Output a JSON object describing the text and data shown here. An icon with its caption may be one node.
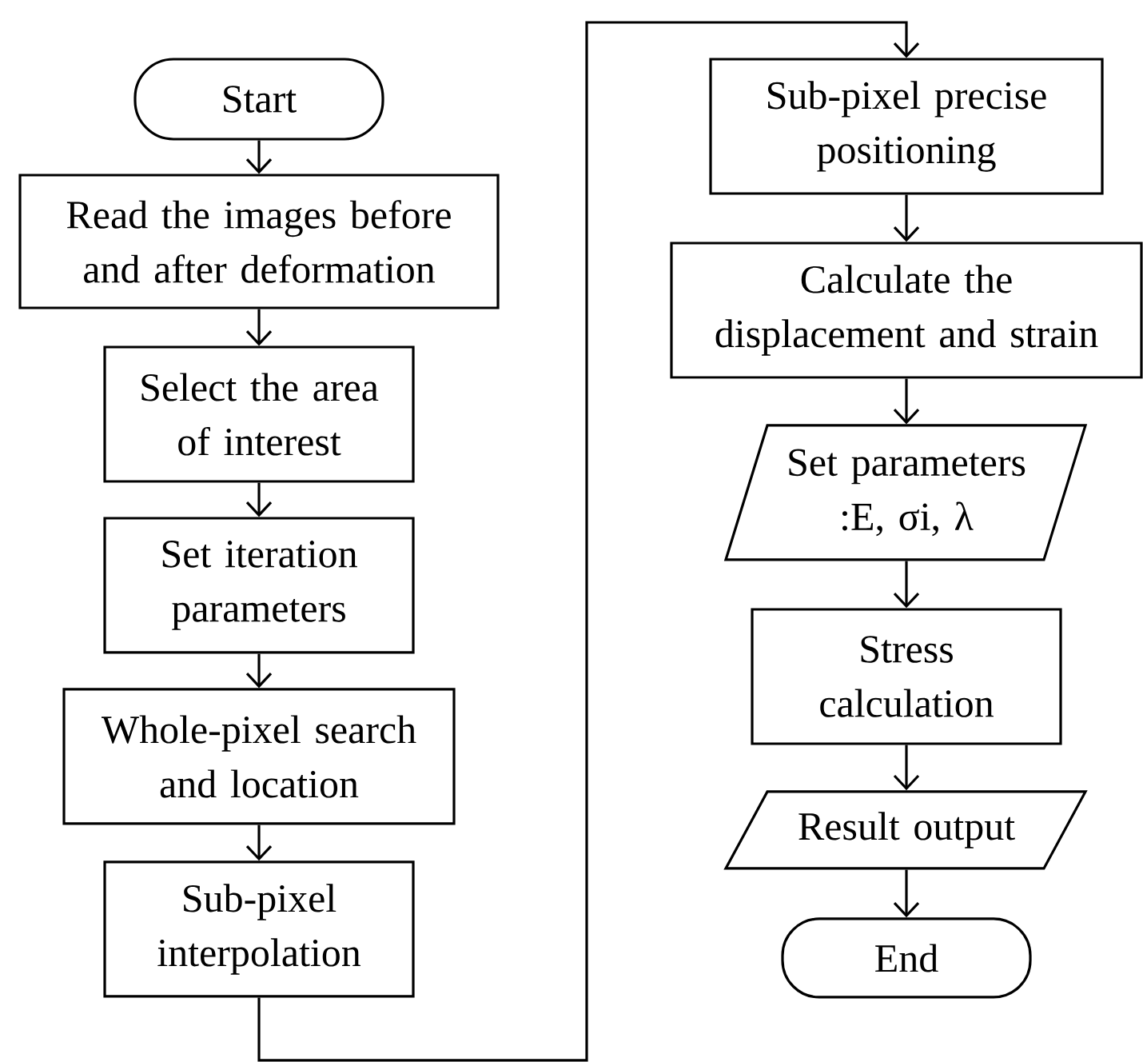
{
  "diagram": {
    "nodes": [
      {
        "text": [
          "Start"
        ]
      },
      {
        "text": [
          "Read the images before and after deformation"
        ]
      },
      {
        "text": [
          "Select the area of interest"
        ]
      },
      {
        "text": [
          "Set iteration parameters"
        ]
      },
      {
        "text": [
          "Whole-pixel search and location"
        ]
      },
      {
        "text": [
          "Sub-pixel interpolation"
        ]
      },
      {
        "text": [
          "Sub-pixel precise positioning"
        ]
      },
      {
        "text": [
          "Calculate the displacement and strain"
        ]
      },
      {
        "text": [
          "Set parameters :E, σi, λ"
        ]
      },
      {
        "text": [
          "Stress calculation"
        ]
      },
      {
        "text": [
          "Result output"
        ]
      },
      {
        "text": [
          "End"
        ]
      }
    ],
    "edges": [
      {
        "from": 0,
        "to": 1,
        "arrow": "to"
      },
      {
        "from": 1,
        "to": 2,
        "arrow": "to"
      },
      {
        "from": 2,
        "to": 3,
        "arrow": "to"
      },
      {
        "from": 3,
        "to": 4,
        "arrow": "to"
      },
      {
        "from": 4,
        "to": 5,
        "arrow": "to"
      },
      {
        "from": 5,
        "to": 6,
        "arrow": "to"
      },
      {
        "from": 6,
        "to": 7,
        "arrow": "to"
      },
      {
        "from": 7,
        "to": 8,
        "arrow": "to"
      },
      {
        "from": 8,
        "to": 9,
        "arrow": "to"
      },
      {
        "from": 9,
        "to": 10,
        "arrow": "to"
      },
      {
        "from": 10,
        "to": 11,
        "arrow": "to"
      }
    ]
  }
}
